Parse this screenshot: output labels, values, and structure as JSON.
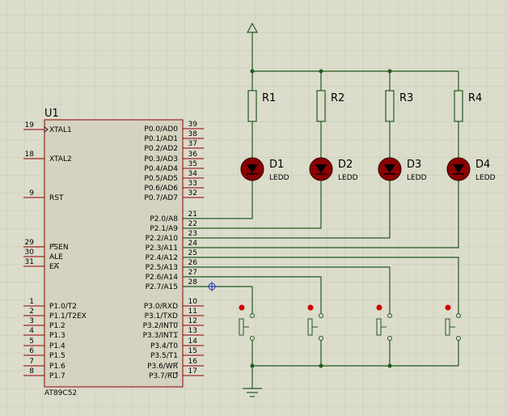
{
  "colors": {
    "background": "#dcdccb",
    "grid": "#c8c8b6",
    "chip_fill": "#d3d3bf",
    "chip_border": "#8b0000",
    "wire": "#1e5a1e",
    "led_body": "#8b0000",
    "button_dot": "#cc0000",
    "marker": "#2233bb"
  },
  "chip": {
    "ref": "U1",
    "part": "AT89C52",
    "left_pins": [
      {
        "num": "19",
        "name": "XTAL1",
        "clock": true
      },
      {
        "num": "18",
        "name": "XTAL2"
      },
      {
        "num": "9",
        "name": "RST"
      },
      {
        "num": "29",
        "name": "PSEN",
        "overline": true
      },
      {
        "num": "30",
        "name": "ALE"
      },
      {
        "num": "31",
        "name": "EA",
        "overline": true
      },
      {
        "num": "1",
        "name": "P1.0/T2"
      },
      {
        "num": "2",
        "name": "P1.1/T2EX"
      },
      {
        "num": "3",
        "name": "P1.2"
      },
      {
        "num": "4",
        "name": "P1.3"
      },
      {
        "num": "5",
        "name": "P1.4"
      },
      {
        "num": "6",
        "name": "P1.5"
      },
      {
        "num": "7",
        "name": "P1.6"
      },
      {
        "num": "8",
        "name": "P1.7"
      }
    ],
    "right_pins": [
      {
        "num": "39",
        "name": "P0.0/AD0"
      },
      {
        "num": "38",
        "name": "P0.1/AD1"
      },
      {
        "num": "37",
        "name": "P0.2/AD2"
      },
      {
        "num": "36",
        "name": "P0.3/AD3"
      },
      {
        "num": "35",
        "name": "P0.4/AD4"
      },
      {
        "num": "34",
        "name": "P0.5/AD5"
      },
      {
        "num": "33",
        "name": "P0.6/AD6"
      },
      {
        "num": "32",
        "name": "P0.7/AD7"
      },
      {
        "num": "21",
        "name": "P2.0/A8"
      },
      {
        "num": "22",
        "name": "P2.1/A9"
      },
      {
        "num": "23",
        "name": "P2.2/A10"
      },
      {
        "num": "24",
        "name": "P2.3/A11"
      },
      {
        "num": "25",
        "name": "P2.4/A12"
      },
      {
        "num": "26",
        "name": "P2.5/A13"
      },
      {
        "num": "27",
        "name": "P2.6/A14"
      },
      {
        "num": "28",
        "name": "P2.7/A15"
      },
      {
        "num": "10",
        "name": "P3.0/RXD"
      },
      {
        "num": "11",
        "name": "P3.1/TXD"
      },
      {
        "num": "12",
        "name": "P3.2/INT0",
        "overline_part": "INT0"
      },
      {
        "num": "13",
        "name": "P3.3/INT1",
        "overline_part": "INT1"
      },
      {
        "num": "14",
        "name": "P3.4/T0"
      },
      {
        "num": "15",
        "name": "P3.5/T1"
      },
      {
        "num": "16",
        "name": "P3.6/WR",
        "overline_part": "WR"
      },
      {
        "num": "17",
        "name": "P3.7/RD",
        "overline_part": "RD"
      }
    ]
  },
  "resistors": [
    {
      "ref": "R1"
    },
    {
      "ref": "R2"
    },
    {
      "ref": "R3"
    },
    {
      "ref": "R4"
    }
  ],
  "leds": [
    {
      "ref": "D1",
      "value": "LEDD"
    },
    {
      "ref": "D2",
      "value": "LEDD"
    },
    {
      "ref": "D3",
      "value": "LEDD"
    },
    {
      "ref": "D4",
      "value": "LEDD"
    }
  ],
  "buttons": [
    {},
    {},
    {},
    {}
  ]
}
